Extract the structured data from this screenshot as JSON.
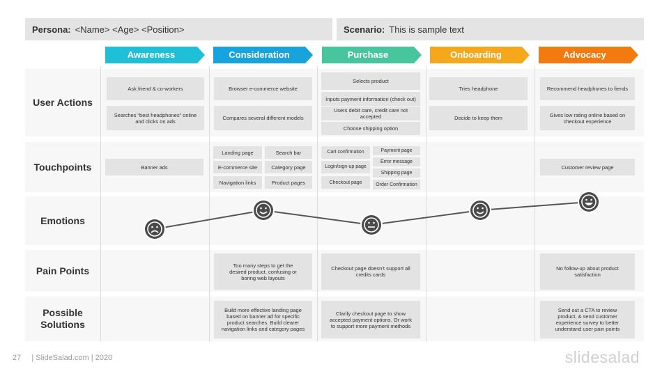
{
  "persona": {
    "label": "Persona:",
    "value": "<Name> <Age> <Position>"
  },
  "scenario": {
    "label": "Scenario:",
    "value": "This is sample text"
  },
  "stages": [
    {
      "label": "Awareness",
      "color": "#1fbfd8"
    },
    {
      "label": "Consideration",
      "color": "#19a3dd"
    },
    {
      "label": "Purchase",
      "color": "#47c59c"
    },
    {
      "label": "Onboarding",
      "color": "#f5a81c"
    },
    {
      "label": "Advocacy",
      "color": "#f27a0e"
    }
  ],
  "rows": {
    "user_actions": "User Actions",
    "touchpoints": "Touchpoints",
    "emotions": "Emotions",
    "pain_points": "Pain Points",
    "possible_solutions": "Possible Solutions"
  },
  "user_actions": {
    "awareness": [
      "Ask friend & co-workers",
      "Searches “best headphones” online and clicks on ads"
    ],
    "consideration": [
      "Browser e-commerce website",
      "Compares several different models"
    ],
    "purchase": [
      "Selects product",
      "Inputs payment information (check out)",
      "Users debit care, credit care not accepted",
      "Choose shipping option"
    ],
    "onboarding": [
      "Tries headphone",
      "Decide to keep them"
    ],
    "advocacy": [
      "Recommend headphones to fiends",
      "Gives low rating online based on checkout experience"
    ]
  },
  "touchpoints": {
    "awareness": [
      "Banner ads"
    ],
    "consideration": [
      "Landing page",
      "Search bar",
      "E-commerce site",
      "Category page",
      "Navigation links",
      "Product pages"
    ],
    "purchase": [
      "Cart confirmation",
      "Payment page",
      "Login/sign-up page",
      "Error message",
      "Checkout page",
      "Shipping page",
      "Order Confirmation"
    ],
    "advocacy": [
      "Customer review page"
    ]
  },
  "emotions": [
    {
      "stage": "Awareness",
      "mood": "sad",
      "level": 0.1
    },
    {
      "stage": "Consideration",
      "mood": "smile",
      "level": 0.55
    },
    {
      "stage": "Purchase",
      "mood": "neutral",
      "level": 0.2
    },
    {
      "stage": "Onboarding",
      "mood": "smile",
      "level": 0.55
    },
    {
      "stage": "Advocacy",
      "mood": "happy",
      "level": 0.75
    }
  ],
  "pain_points": {
    "consideration": "Too many steps to get the desired product, confusing or boring web layouts",
    "purchase": "Checkout page doesn’t support all credits cards",
    "advocacy": "No follow-up about product satisfaction"
  },
  "solutions": {
    "consideration": "Build more effective landing page based on banner ad for specific product searches. Build clearer navigation links and category pages",
    "purchase": "Clarify checkout page to show accepted payment options. Or work to support more payment methods",
    "advocacy": "Send out a CTA to review product, & send customer experience survey to better understand user pain points"
  },
  "footer": {
    "page": "27",
    "text": "| SlideSalad.com | 2020"
  },
  "logo": "slidesalad"
}
